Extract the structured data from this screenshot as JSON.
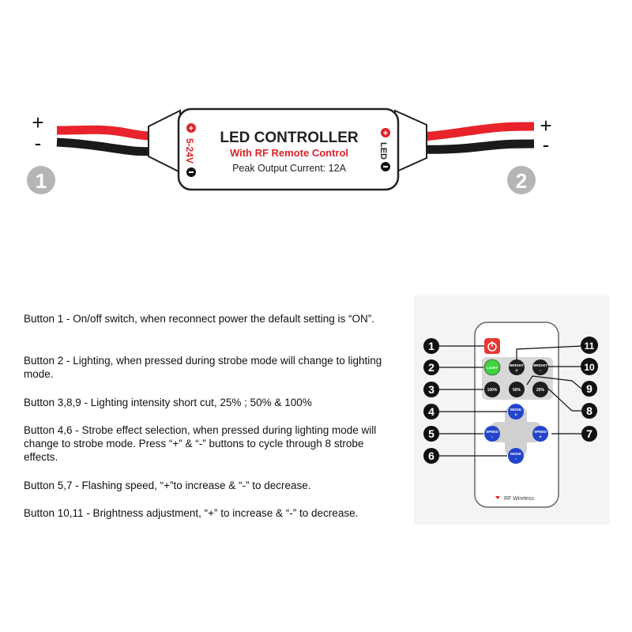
{
  "controller": {
    "title": "LED CONTROLLER",
    "subtitle": "With RF Remote Control",
    "spec": "Peak Output Current: 12A",
    "input_label": "5-24V",
    "output_label": "LED",
    "plus": "+",
    "minus": "-"
  },
  "ports": [
    {
      "number": "1",
      "plus": "+",
      "minus": "-"
    },
    {
      "number": "2",
      "plus": "+",
      "minus": "-"
    }
  ],
  "descriptions": [
    "Button 1 - On/off switch, when reconnect power the default setting is “ON”.",
    "Button 2 - Lighting, when pressed during strobe mode will change to lighting mode.",
    "Button 3,8,9 - Lighting intensity short cut, 25% ; 50% & 100%",
    "Button 4,6 - Strobe effect selection, when pressed during lighting mode will change to strobe mode. Press “+” & “-” buttons to cycle through 8 strobe effects.",
    "Button 5,7 - Flashing speed, “+”to increase & “-” to decrease.",
    "Button 10,11 - Brightness adjustment, “+” to increase & “-” to decrease."
  ],
  "remote": {
    "brand": "RF Wireless",
    "buttons": {
      "light": "LIGHT",
      "bright_plus": "BRIGHT",
      "bright_minus": "BRIGHT",
      "p100": "100%",
      "p50": "50%",
      "p25": "25%",
      "mode_plus": "MODE",
      "mode_minus": "MODE",
      "speed_minus": "SPEED",
      "speed_plus": "SPEED",
      "plus": "+",
      "minus": "-"
    },
    "callouts": [
      "1",
      "2",
      "3",
      "4",
      "5",
      "6",
      "7",
      "8",
      "9",
      "10",
      "11"
    ]
  },
  "colors": {
    "wire_red": "#e8232b",
    "wire_black": "#1a1a1a",
    "subtitle_red": "#d9242b",
    "power_red": "#e53935",
    "light_green": "#3fd13f",
    "mode_blue": "#2244cc",
    "callout": "#111111",
    "port_gray": "#b5b5b5"
  }
}
